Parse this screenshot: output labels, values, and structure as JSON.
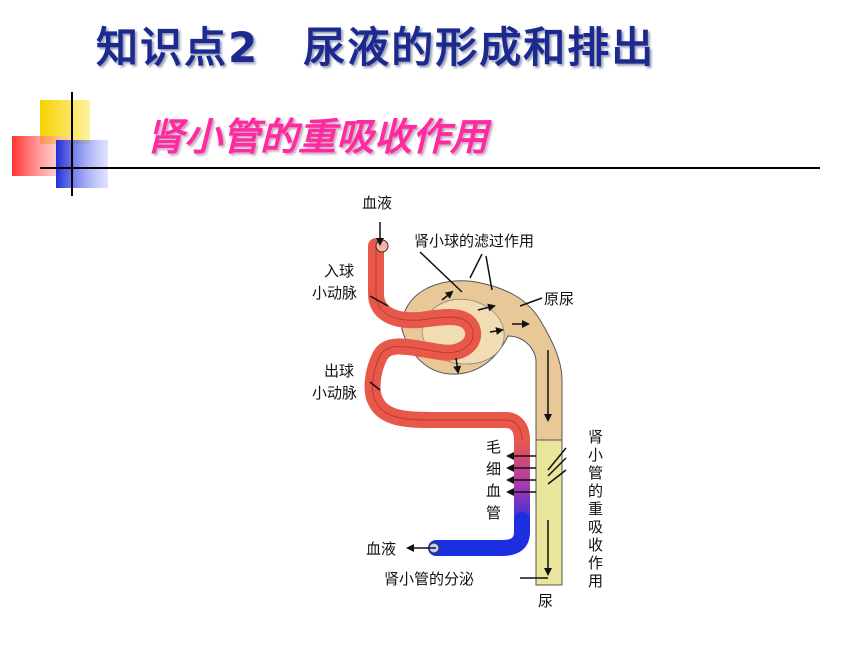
{
  "slide": {
    "title": "知识点2　尿液的形成和排出",
    "subtitle": "肾小管的重吸收作用"
  },
  "diagram": {
    "labels": {
      "blood_top": "血液",
      "glomerulus_filtration": "肾小球的滤过作用",
      "afferent_1": "入球",
      "afferent_2": "小动脉",
      "primary_urine": "原尿",
      "efferent_1": "出球",
      "efferent_2": "小动脉",
      "capillary": [
        "毛",
        "细",
        "血",
        "管"
      ],
      "reabsorption": [
        "肾",
        "小",
        "管",
        "的",
        "重",
        "吸",
        "收",
        "作",
        "用"
      ],
      "blood_bottom": "血液",
      "secretion": "肾小管的分泌",
      "urine": "尿"
    },
    "colors": {
      "artery": "#e8584a",
      "capsule": "#e9c898",
      "collecting": "#e9e59a",
      "vein": "#1b2fe0",
      "title": "#1c2a8f",
      "subtitle": "#ff2aa0"
    }
  }
}
